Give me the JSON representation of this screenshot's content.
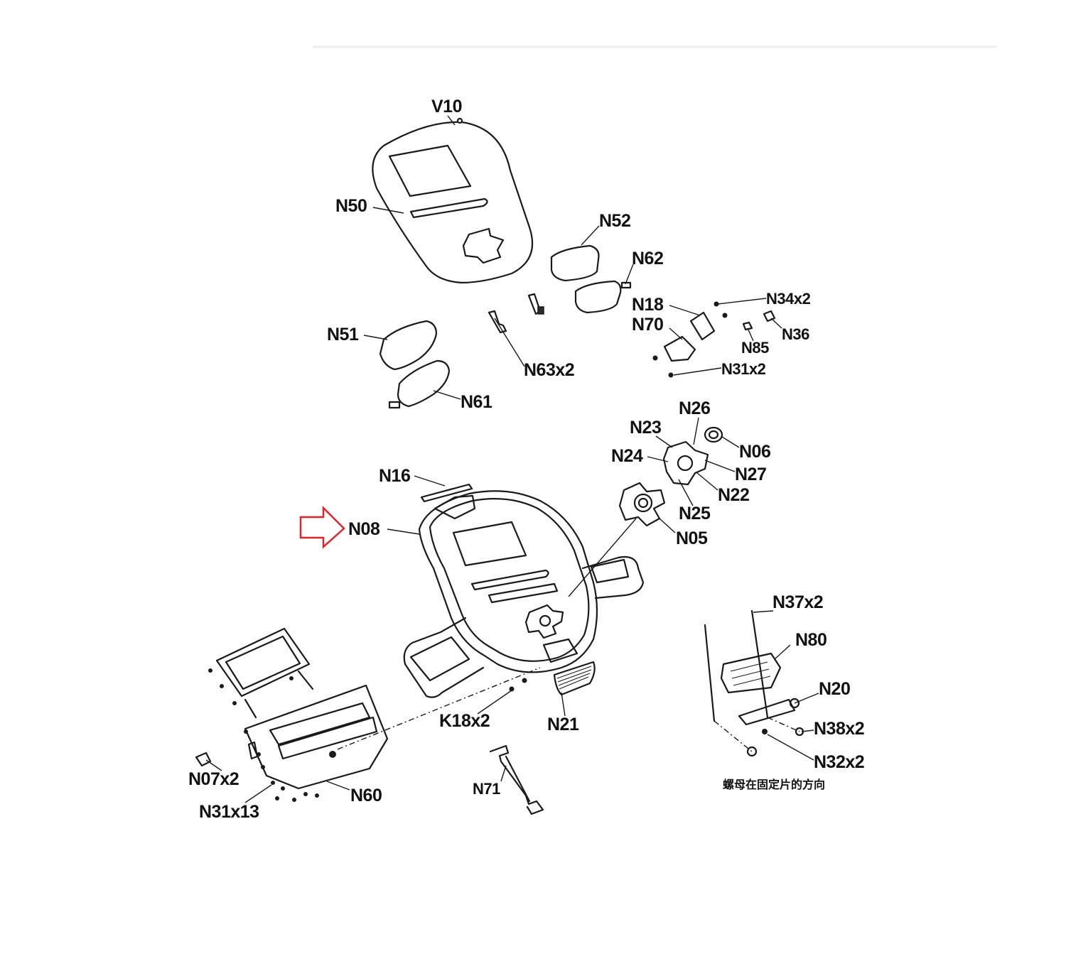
{
  "labels": {
    "v10": "V10",
    "n50": "N50",
    "n52": "N52",
    "n62": "N62",
    "n18": "N18",
    "n34x2": "N34x2",
    "n70": "N70",
    "n36": "N36",
    "n85": "N85",
    "n31x2": "N31x2",
    "n51": "N51",
    "n63x2": "N63x2",
    "n61": "N61",
    "n26": "N26",
    "n23": "N23",
    "n06": "N06",
    "n24": "N24",
    "n27": "N27",
    "n22": "N22",
    "n16": "N16",
    "n25": "N25",
    "n08": "N08",
    "n05": "N05",
    "n37x2": "N37x2",
    "n80": "N80",
    "n20": "N20",
    "n38x2": "N38x2",
    "n32x2": "N32x2",
    "k18x2": "K18x2",
    "n21": "N21",
    "n07x2": "N07x2",
    "n60": "N60",
    "n31x13": "N31x13",
    "n71": "N71"
  },
  "note": "螺母在固定片的方向",
  "highlight": {
    "target": "N08",
    "arrow_color": "#e0242c"
  },
  "colors": {
    "line": "#1a1a1a",
    "background": "#ffffff",
    "top_rule": "#eeeeee"
  }
}
